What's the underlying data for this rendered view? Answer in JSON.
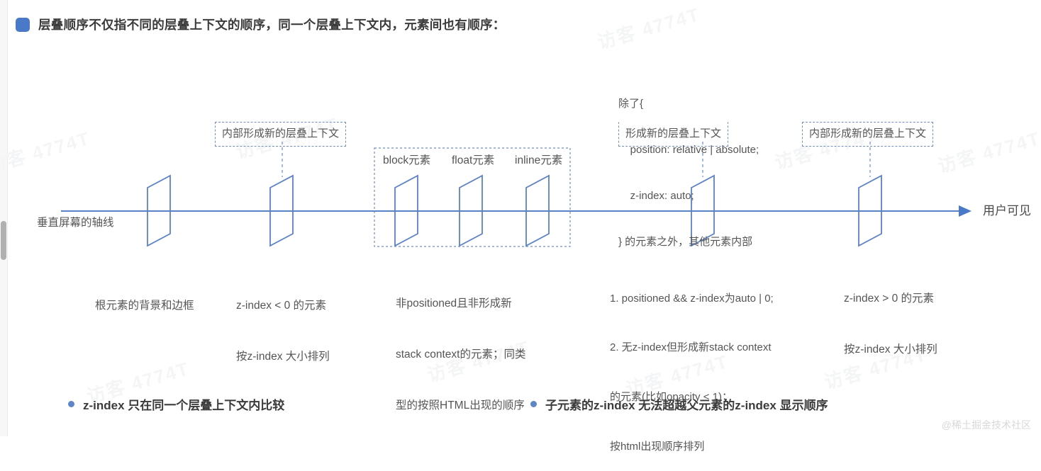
{
  "page": {
    "background": "#ffffff",
    "accent": "#4a7ac7",
    "line_color": "#5b82c4",
    "text_color": "#555555",
    "watermark_text": "访客 4774T",
    "corner_watermark": "@稀土掘金技术社区"
  },
  "heading": {
    "bullet_icon": "square-bullet-icon",
    "text": "层叠顺序不仅指不同的层叠上下文的顺序，同一个层叠上下文内，元素间也有顺序："
  },
  "diagram": {
    "axis_label": "垂直屏幕的轴线",
    "axis_end_label": "用户可见",
    "callout": {
      "line1": "除了{",
      "line2": "    position: relative | absolute;",
      "line3": "    z-index: auto;",
      "line4": "} 的元素之外，其他元素内部",
      "line5": "形成新的层叠上下文"
    },
    "dashed_boxes": [
      {
        "name": "dashed-box-left",
        "text": "内部形成新的层叠上下文"
      },
      {
        "name": "dashed-box-callout",
        "text": "形成新的层叠上下文"
      },
      {
        "name": "dashed-box-right",
        "text": "内部形成新的层叠上下文"
      }
    ],
    "group_labels": [
      {
        "name": "block-element-label",
        "text": "block元素"
      },
      {
        "name": "float-element-label",
        "text": "float元素"
      },
      {
        "name": "inline-element-label",
        "text": "inline元素"
      }
    ],
    "layer_captions": [
      {
        "name": "caption-root-element",
        "lines": [
          "根元素的背景和边框"
        ]
      },
      {
        "name": "caption-negative-zindex",
        "lines": [
          "z-index < 0 的元素",
          "按z-index 大小排列"
        ]
      },
      {
        "name": "caption-non-positioned",
        "lines": [
          "非positioned且非形成新",
          "stack context的元素；同类",
          "型的按照HTML出现的顺序"
        ]
      },
      {
        "name": "caption-positioned-auto",
        "lines": [
          "1. positioned && z-index为auto | 0;",
          "2. 无z-index但形成新stack context",
          "的元素(比如opacity < 1)；",
          "按html出现顺序排列"
        ]
      },
      {
        "name": "caption-positive-zindex",
        "lines": [
          "z-index > 0 的元素",
          "按z-index 大小排列"
        ]
      }
    ]
  },
  "footer_bullets": [
    {
      "name": "footer-bullet-zindex-scope",
      "text": "z-index  只在同一个层叠上下文内比较"
    },
    {
      "name": "footer-bullet-child-zindex",
      "text": "子元素的z-index 无法超越父元素的z-index 显示顺序"
    }
  ]
}
